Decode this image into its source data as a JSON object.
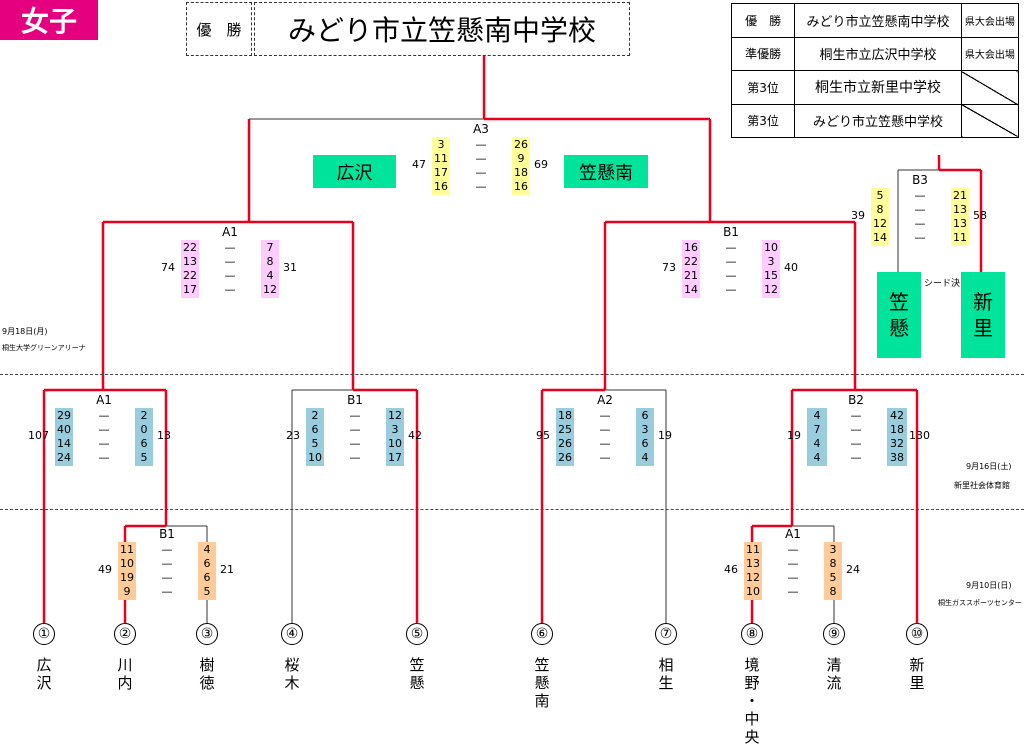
{
  "badge": "女子",
  "champion": {
    "label": "優　勝",
    "name": "みどり市立笠懸南中学校"
  },
  "results": [
    {
      "rank": "優　勝",
      "school": "みどり市立笠懸南中学校",
      "note": "県大会出場"
    },
    {
      "rank": "準優勝",
      "school": "桐生市立広沢中学校",
      "note": "県大会出場"
    },
    {
      "rank": "第3位",
      "school": "桐生市立新里中学校",
      "note": ""
    },
    {
      "rank": "第3位",
      "school": "みどり市立笠懸中学校",
      "note": ""
    }
  ],
  "colors": {
    "win": "#e8001c",
    "line": "#333333",
    "yellow": "#ffff99",
    "pink": "#ffccff",
    "blue": "#99ccdd",
    "orange": "#ffcc99",
    "green": "#00e39a",
    "badge": "#e4007f"
  },
  "day_notes": {
    "d1": {
      "date": "9月10日(日)",
      "venue": "桐生ガススポーツセンター"
    },
    "d2": {
      "date": "9月16日(土)",
      "venue": "新里社会体育館"
    },
    "d3": {
      "date": "9月18日(月)",
      "venue": "桐生大学グリーンアリーナ"
    }
  },
  "seed_label": "シード決",
  "final_names": {
    "left": "広沢",
    "right": "笠懸南"
  },
  "seed_names": {
    "left": "笠懸",
    "right": "新里"
  },
  "teams": [
    {
      "num": "①",
      "name": "広沢"
    },
    {
      "num": "②",
      "name": "川内"
    },
    {
      "num": "③",
      "name": "樹徳"
    },
    {
      "num": "④",
      "name": "桜木"
    },
    {
      "num": "⑤",
      "name": "笠懸"
    },
    {
      "num": "⑥",
      "name": "笠懸南"
    },
    {
      "num": "⑦",
      "name": "相生"
    },
    {
      "num": "⑧",
      "name": "境野・中央"
    },
    {
      "num": "⑨",
      "name": "清流"
    },
    {
      "num": "⑩",
      "name": "新里"
    }
  ],
  "games": {
    "A3": {
      "label": "A3",
      "left": [
        "3",
        "11",
        "17",
        "16"
      ],
      "right": [
        "26",
        "9",
        "18",
        "16"
      ],
      "lt": "47",
      "rt": "69",
      "color": "#ffff99"
    },
    "A1t": {
      "label": "A1",
      "left": [
        "22",
        "13",
        "22",
        "17"
      ],
      "right": [
        "7",
        "8",
        "4",
        "12"
      ],
      "lt": "74",
      "rt": "31",
      "color": "#ffccff"
    },
    "B1t": {
      "label": "B1",
      "left": [
        "16",
        "22",
        "21",
        "14"
      ],
      "right": [
        "10",
        "3",
        "15",
        "12"
      ],
      "lt": "73",
      "rt": "40",
      "color": "#ffccff"
    },
    "B3": {
      "label": "B3",
      "left": [
        "5",
        "8",
        "12",
        "14"
      ],
      "right": [
        "21",
        "13",
        "13",
        "11"
      ],
      "lt": "39",
      "rt": "58",
      "color": "#ffff99"
    },
    "A1m": {
      "label": "A1",
      "left": [
        "29",
        "40",
        "14",
        "24"
      ],
      "right": [
        "2",
        "0",
        "6",
        "5"
      ],
      "lt": "107",
      "rt": "13",
      "color": "#99ccdd"
    },
    "B1m": {
      "label": "B1",
      "left": [
        "2",
        "6",
        "5",
        "10"
      ],
      "right": [
        "12",
        "3",
        "10",
        "17"
      ],
      "lt": "23",
      "rt": "42",
      "color": "#99ccdd"
    },
    "A2": {
      "label": "A2",
      "left": [
        "18",
        "25",
        "26",
        "26"
      ],
      "right": [
        "6",
        "3",
        "6",
        "4"
      ],
      "lt": "95",
      "rt": "19",
      "color": "#99ccdd"
    },
    "B2": {
      "label": "B2",
      "left": [
        "4",
        "7",
        "4",
        "4"
      ],
      "right": [
        "42",
        "18",
        "32",
        "38"
      ],
      "lt": "19",
      "rt": "130",
      "color": "#99ccdd"
    },
    "B1b": {
      "label": "B1",
      "left": [
        "11",
        "10",
        "19",
        "9"
      ],
      "right": [
        "4",
        "6",
        "6",
        "5"
      ],
      "lt": "49",
      "rt": "21",
      "color": "#ffcc99"
    },
    "A1b": {
      "label": "A1",
      "left": [
        "11",
        "13",
        "12",
        "10"
      ],
      "right": [
        "3",
        "8",
        "5",
        "8"
      ],
      "lt": "46",
      "rt": "24",
      "color": "#ffcc99"
    }
  }
}
